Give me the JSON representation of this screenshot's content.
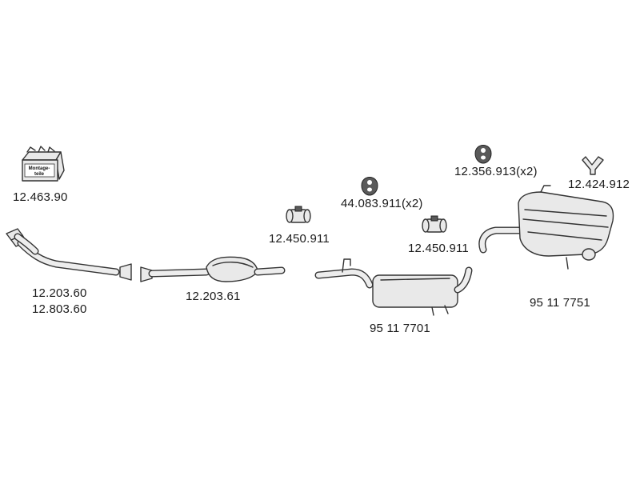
{
  "parts": [
    {
      "id": "mounting-kit",
      "labels": [
        "12.463.90"
      ],
      "kit_text": [
        "Montage-",
        "teile"
      ]
    },
    {
      "id": "front-pipe",
      "labels": [
        "12.203.60",
        "12.803.60"
      ]
    },
    {
      "id": "catalytic-converter",
      "labels": [
        "12.203.61"
      ]
    },
    {
      "id": "clamp-1",
      "labels": [
        "12.450.911"
      ]
    },
    {
      "id": "rubber-hanger-1",
      "labels": [
        "44.083.911(x2)"
      ]
    },
    {
      "id": "clamp-2",
      "labels": [
        "12.450.911"
      ]
    },
    {
      "id": "middle-silencer",
      "labels": [
        "95 11 7701"
      ]
    },
    {
      "id": "rubber-hanger-2",
      "labels": [
        "12.356.913(x2)"
      ]
    },
    {
      "id": "rear-bracket",
      "labels": [
        "12.424.912"
      ]
    },
    {
      "id": "rear-silencer",
      "labels": [
        "95 11 7751"
      ]
    }
  ]
}
